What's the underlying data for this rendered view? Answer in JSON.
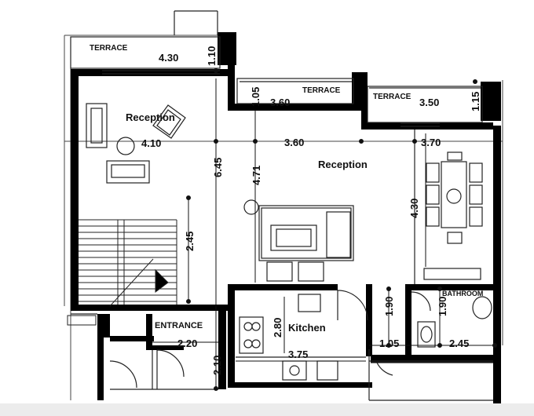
{
  "rooms": {
    "terrace_left": "TERRACE",
    "terrace_mid": "TERRACE",
    "terrace_right": "TERRACE",
    "reception_left": "Reception",
    "reception_main": "Reception",
    "kitchen": "Kitchen",
    "entrance": "ENTRANCE",
    "bathroom": "BATHROOM"
  },
  "dimensions": {
    "terrace_left_w": "4.30",
    "terrace_left_d": "1.10",
    "terrace_mid_w": "3.60",
    "terrace_mid_d": "1.05",
    "terrace_right_w": "3.50",
    "terrace_right_d": "1.15",
    "reception_left_w": "4.10",
    "reception_mid_w": "3.60",
    "reception_right_w": "3.70",
    "left_height": "6.45",
    "mid_height": "4.71",
    "dining_height": "4.30",
    "stair_height": "2.45",
    "kitchen_h": "2.80",
    "kitchen_w": "3.75",
    "entrance_w": "2.20",
    "entrance_h": "2.10",
    "hall_h": "1.90",
    "bath_h": "1.90",
    "hall_w": "1.05",
    "bath_w": "2.45"
  }
}
